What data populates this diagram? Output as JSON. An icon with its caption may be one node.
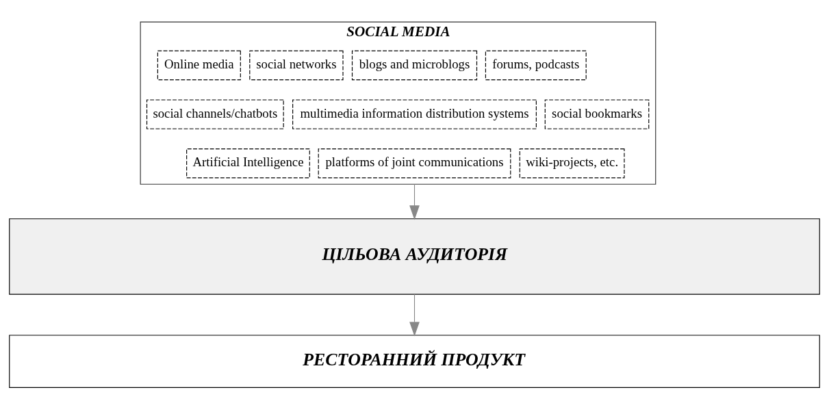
{
  "diagram": {
    "nodes": [
      {
        "text": [
          "SOCIAL MEDIA"
        ]
      },
      {
        "text": [
          "Online media"
        ],
        "in": 0
      },
      {
        "text": [
          "social networks"
        ],
        "in": 0
      },
      {
        "text": [
          "blogs and microblogs"
        ],
        "in": 0
      },
      {
        "text": [
          "forums, podcasts"
        ],
        "in": 0
      },
      {
        "text": [
          "social channels/chatbots"
        ],
        "in": 0
      },
      {
        "text": [
          "multimedia information distribution systems"
        ],
        "in": 0
      },
      {
        "text": [
          "social bookmarks"
        ],
        "in": 0
      },
      {
        "text": [
          "Artificial Intelligence"
        ],
        "in": 0
      },
      {
        "text": [
          "platforms of joint communications"
        ],
        "in": 0
      },
      {
        "text": [
          "wiki-projects, etc."
        ],
        "in": 0
      },
      {
        "text": [
          "ЦІЛЬОВА АУДИТОРІЯ"
        ]
      },
      {
        "text": [
          "РЕСТОРАННИЙ ПРОДУКТ"
        ]
      }
    ],
    "edges": [
      {
        "from": 0,
        "to": 11,
        "arrow": "to"
      },
      {
        "from": 11,
        "to": 12,
        "arrow": "to"
      }
    ]
  }
}
